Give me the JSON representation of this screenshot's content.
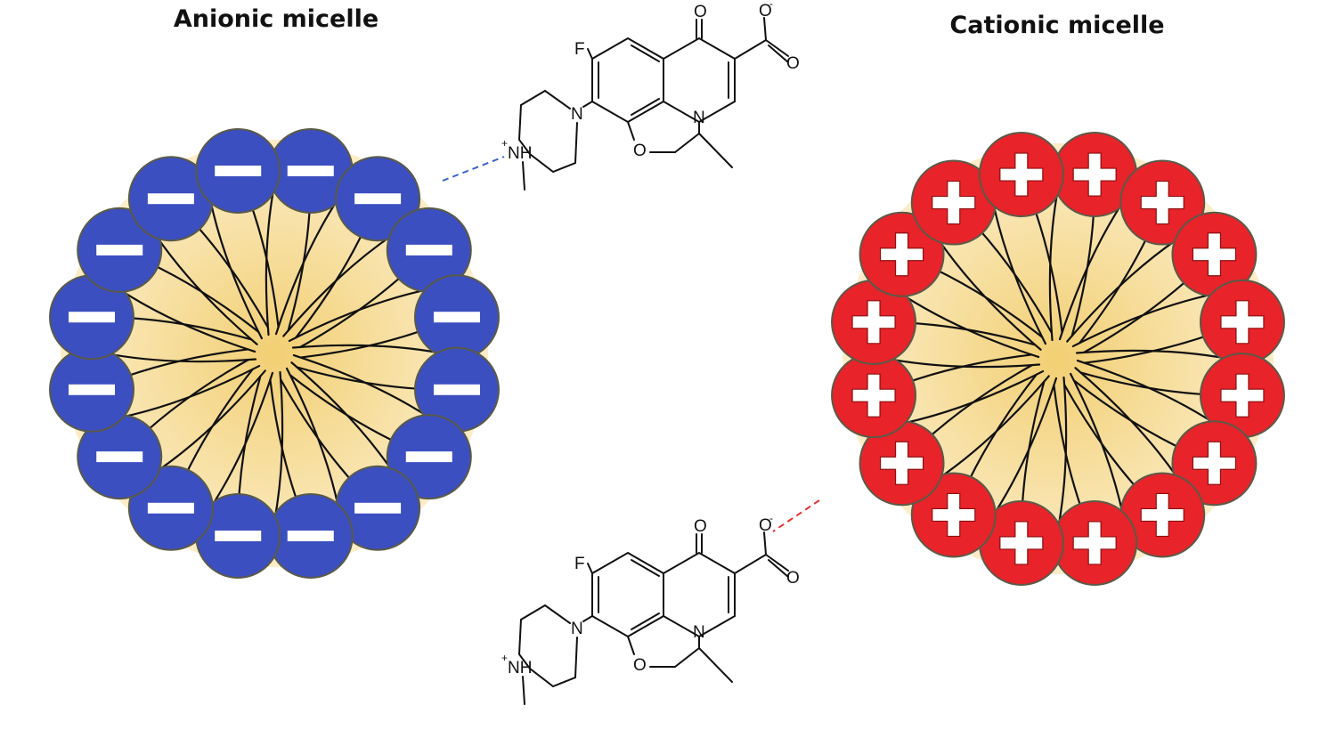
{
  "titles": {
    "anionic": "Anionic micelle",
    "cationic": "Cationic micelle"
  },
  "micelles": {
    "anionic": {
      "head_count": 16,
      "charge": "minus",
      "head_color": "#3b4fc0"
    },
    "cationic": {
      "head_count": 16,
      "charge": "plus",
      "head_color": "#e8232a"
    }
  },
  "colors": {
    "core_light": "#fbedc8",
    "core_dark": "#f2cf73",
    "sign": "#ffffff",
    "anionic_link": "#3b63c8",
    "cationic_link": "#e53232"
  },
  "molecule": {
    "atoms": {
      "F": "F",
      "O_keto": "O",
      "O_carboxyl": "O",
      "O_ring": "O",
      "N_ring": "N",
      "N_pip": "N",
      "NH": "NH",
      "plus_sup": "+",
      "minus_sup": "-"
    }
  }
}
